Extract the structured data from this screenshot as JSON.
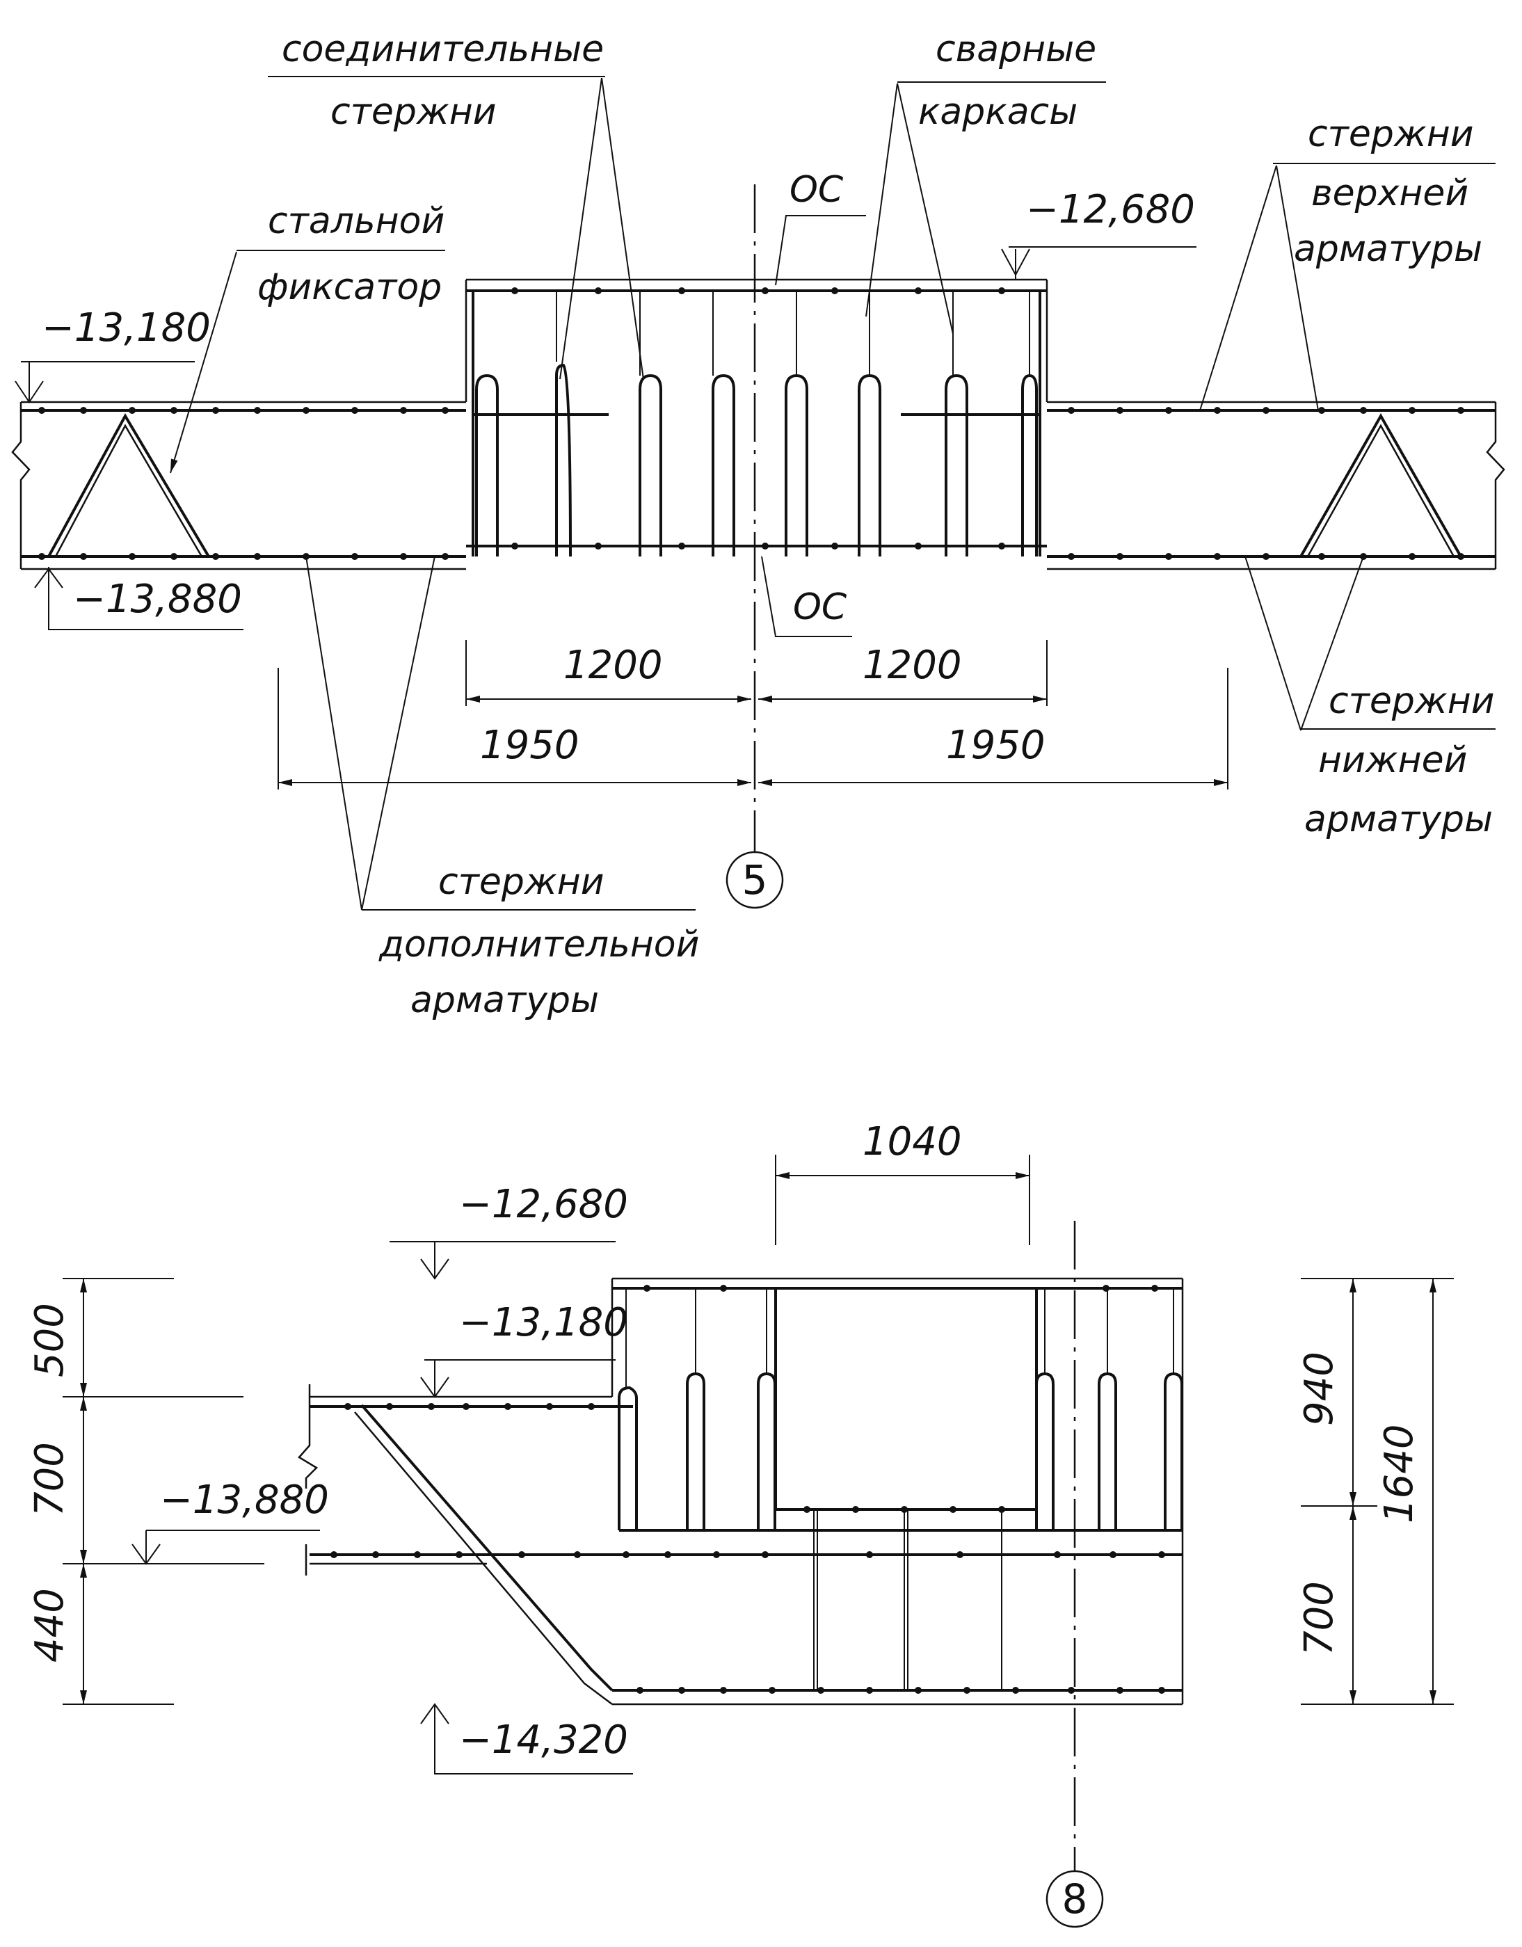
{
  "top_view": {
    "labels": {
      "connecting_rods_1": "соединительные",
      "connecting_rods_2": "стержни",
      "welded_frames_1": "сварные",
      "welded_frames_2": "каркасы",
      "steel_fixer_1": "стальной",
      "steel_fixer_2": "фиксатор",
      "top_rebar_1": "стержни",
      "top_rebar_2": "верхней",
      "top_rebar_3": "арматуры",
      "bottom_rebar_1": "стержни",
      "bottom_rebar_2": "нижней",
      "bottom_rebar_3": "арматуры",
      "additional_rebar_1": "стержни",
      "additional_rebar_2": "дополнительной",
      "additional_rebar_3": "арматуры",
      "axis_tag_top": "ОС",
      "axis_tag_bottom": "ОС"
    },
    "elevations": {
      "top_of_pit": "−12,680",
      "top_of_slab": "−13,180",
      "bottom_of_slab": "−13,880"
    },
    "dimensions": {
      "inner_left": "1200",
      "inner_right": "1200",
      "outer_left": "1950",
      "outer_right": "1950"
    },
    "axis_marker": "5"
  },
  "section_view": {
    "elevations": {
      "top_of_pit": "−12,680",
      "top_of_slab": "−13,180",
      "bottom_of_slab": "−13,880",
      "bottom_of_pit": "−14,320"
    },
    "dimensions": {
      "pit_width": "1040",
      "left_upper": "500",
      "left_middle": "700",
      "left_lower": "440",
      "right_upper": "940",
      "right_lower": "700",
      "right_total": "1640"
    },
    "axis_marker": "8"
  }
}
